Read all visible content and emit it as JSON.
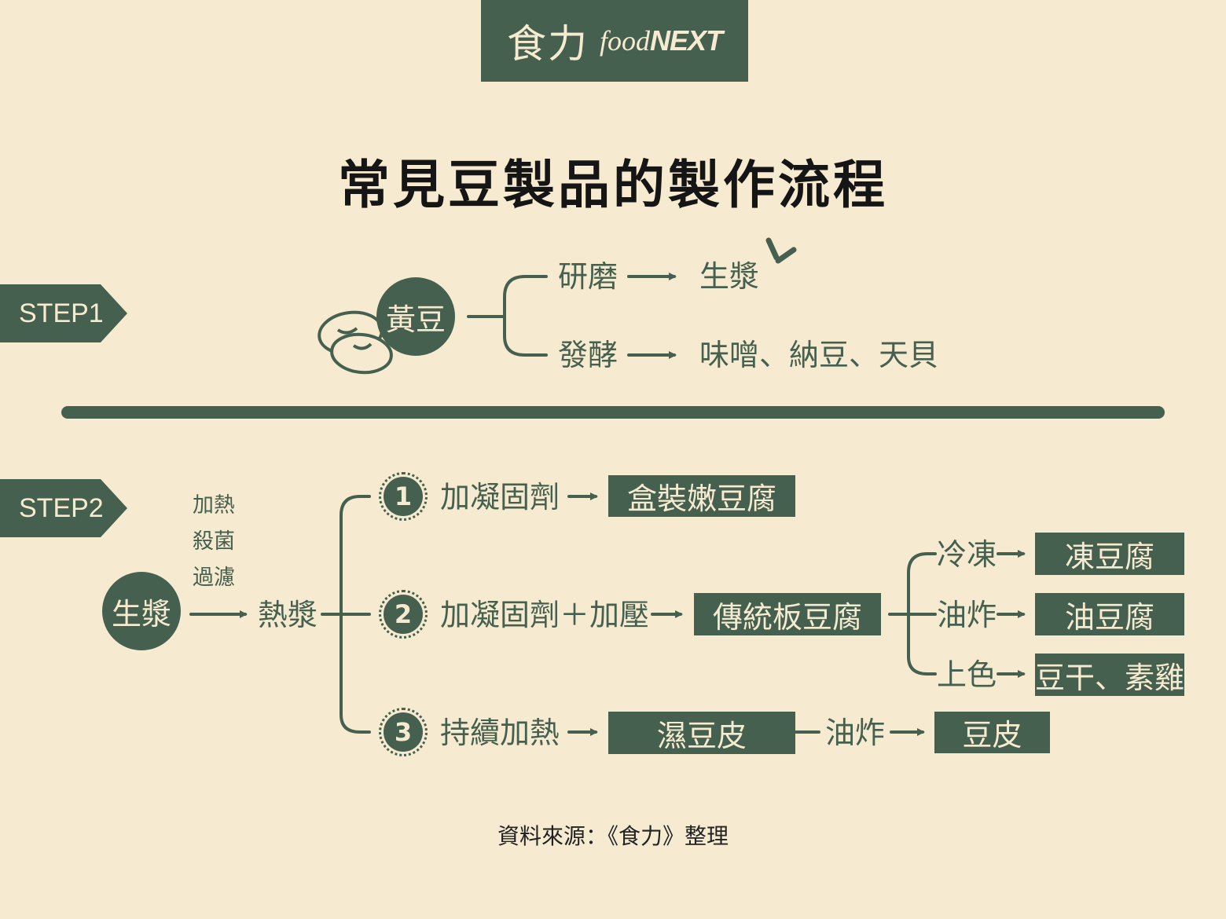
{
  "logo": {
    "zh": "食力",
    "en_prefix": "food",
    "en_suffix": "NEXT"
  },
  "title": "常見豆製品的製作流程",
  "step1": {
    "tag": "STEP1",
    "source": "黃豆",
    "branches": [
      {
        "process": "研磨",
        "result": "生漿"
      },
      {
        "process": "發酵",
        "result": "味噌、納豆、天貝"
      }
    ]
  },
  "step2": {
    "tag": "STEP2",
    "source": "生漿",
    "pretreat": [
      "加熱",
      "殺菌",
      "過濾"
    ],
    "intermediate": "熱漿",
    "routes": [
      {
        "num": "1",
        "process": "加凝固劑",
        "product": "盒裝嫩豆腐"
      },
      {
        "num": "2",
        "process": "加凝固劑＋加壓",
        "product": "傳統板豆腐",
        "sub": [
          {
            "process": "冷凍",
            "product": "凍豆腐"
          },
          {
            "process": "油炸",
            "product": "油豆腐"
          },
          {
            "process": "上色",
            "product": "豆干、素雞"
          }
        ]
      },
      {
        "num": "3",
        "process": "持續加熱",
        "product": "濕豆皮",
        "next_process": "油炸",
        "next_product": "豆皮"
      }
    ]
  },
  "footer": "資料來源：《食力》整理"
}
